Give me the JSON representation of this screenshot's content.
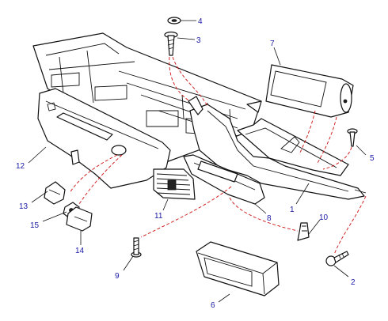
{
  "colors": {
    "callout": "#1a1aa6",
    "guide": "#cc1111",
    "line": "#111111"
  },
  "callouts": {
    "c1": "1",
    "c2": "2",
    "c3": "3",
    "c4": "4",
    "c5": "5",
    "c6": "6",
    "c7": "7",
    "c8": "8",
    "c9": "9",
    "c10": "10",
    "c11": "11",
    "c12": "12",
    "c13": "13",
    "c14": "14",
    "c15": "15"
  }
}
